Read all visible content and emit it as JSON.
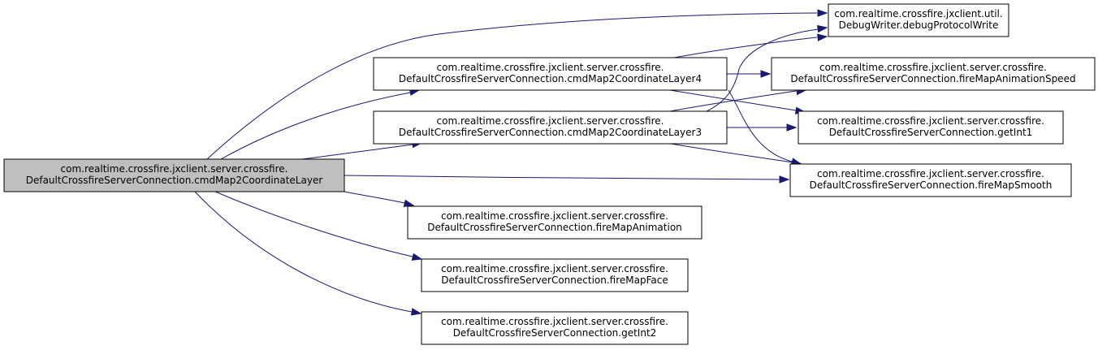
{
  "diagram": {
    "colors": {
      "edge": "#191970",
      "node_border": "#000000",
      "node_fill": "#ffffff",
      "root_fill": "#bfbfbf",
      "text": "#000000"
    },
    "nodes": {
      "root": {
        "line1": "com.realtime.crossfire.jxclient.server.crossfire.",
        "line2": "DefaultCrossfireServerConnection.cmdMap2CoordinateLayer"
      },
      "layer4": {
        "line1": "com.realtime.crossfire.jxclient.server.crossfire.",
        "line2": "DefaultCrossfireServerConnection.cmdMap2CoordinateLayer4"
      },
      "layer3": {
        "line1": "com.realtime.crossfire.jxclient.server.crossfire.",
        "line2": "DefaultCrossfireServerConnection.cmdMap2CoordinateLayer3"
      },
      "debugwrite": {
        "line1": "com.realtime.crossfire.jxclient.util.",
        "line2": "DebugWriter.debugProtocolWrite"
      },
      "animspeed": {
        "line1": "com.realtime.crossfire.jxclient.server.crossfire.",
        "line2": "DefaultCrossfireServerConnection.fireMapAnimationSpeed"
      },
      "getint1": {
        "line1": "com.realtime.crossfire.jxclient.server.crossfire.",
        "line2": "DefaultCrossfireServerConnection.getInt1"
      },
      "smooth": {
        "line1": "com.realtime.crossfire.jxclient.server.crossfire.",
        "line2": "DefaultCrossfireServerConnection.fireMapSmooth"
      },
      "animation": {
        "line1": "com.realtime.crossfire.jxclient.server.crossfire.",
        "line2": "DefaultCrossfireServerConnection.fireMapAnimation"
      },
      "face": {
        "line1": "com.realtime.crossfire.jxclient.server.crossfire.",
        "line2": "DefaultCrossfireServerConnection.fireMapFace"
      },
      "getint2": {
        "line1": "com.realtime.crossfire.jxclient.server.crossfire.",
        "line2": "DefaultCrossfireServerConnection.getInt2"
      }
    },
    "edges": [
      [
        "root",
        "debugwrite"
      ],
      [
        "root",
        "layer4"
      ],
      [
        "root",
        "layer3"
      ],
      [
        "root",
        "smooth"
      ],
      [
        "root",
        "animation"
      ],
      [
        "root",
        "face"
      ],
      [
        "root",
        "getint2"
      ],
      [
        "layer4",
        "debugwrite"
      ],
      [
        "layer4",
        "animspeed"
      ],
      [
        "layer4",
        "getint1"
      ],
      [
        "layer4",
        "smooth"
      ],
      [
        "layer3",
        "debugwrite"
      ],
      [
        "layer3",
        "animspeed"
      ],
      [
        "layer3",
        "getint1"
      ],
      [
        "layer3",
        "smooth"
      ]
    ]
  }
}
